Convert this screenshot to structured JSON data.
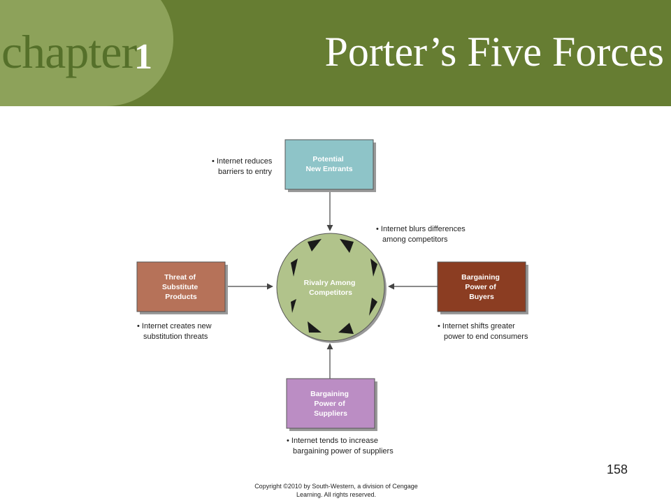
{
  "header": {
    "chapter_word": "chapter",
    "chapter_number": "1",
    "title": "Porter’s Five Forces"
  },
  "diagram": {
    "center": {
      "lines": [
        "Rivalry Among",
        "Competitors"
      ],
      "color": "#b1c38b"
    },
    "forces": {
      "top": {
        "lines": [
          "Potential",
          "New Entrants"
        ],
        "color": "#8ec4c8"
      },
      "left": {
        "lines": [
          "Threat of",
          "Substitute",
          "Products"
        ],
        "color": "#b67259"
      },
      "right": {
        "lines": [
          "Bargaining",
          "Power of",
          "Buyers"
        ],
        "color": "#8b3d22"
      },
      "bottom": {
        "lines": [
          "Bargaining",
          "Power of",
          "Suppliers"
        ],
        "color": "#bb8dc4"
      }
    },
    "notes": {
      "top": [
        "• Internet reduces",
        "barriers to entry"
      ],
      "center": [
        "• Internet blurs differences",
        "among competitors"
      ],
      "left": [
        "• Internet creates new",
        "substitution threats"
      ],
      "right": [
        "• Internet shifts greater",
        "power to end consumers"
      ],
      "bottom": [
        "• Internet tends to increase",
        "bargaining power of suppliers"
      ]
    }
  },
  "footer": {
    "page_number": "158",
    "copyright_line1": "Copyright ©2010 by South-Western, a division of Cengage",
    "copyright_line2": "Learning.  All rights reserved."
  },
  "colors": {
    "header_bg": "#667d32",
    "header_lobe": "#8da25a",
    "arrow": "#444444"
  }
}
